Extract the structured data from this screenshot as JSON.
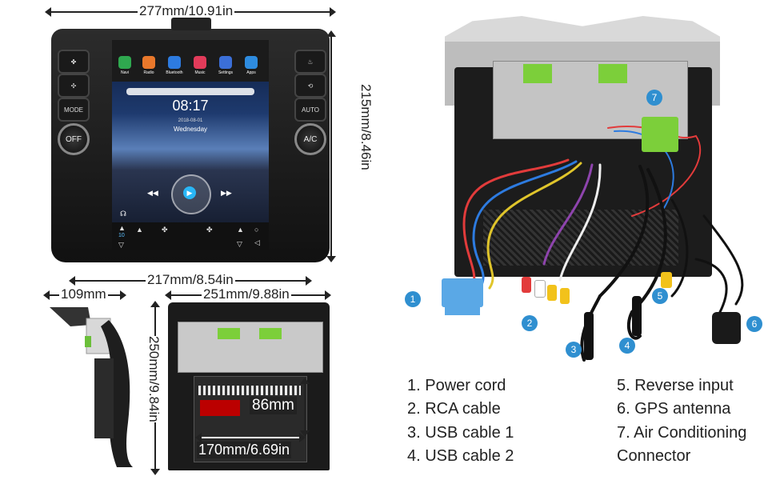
{
  "dimensions": {
    "front_width": "277mm/10.91in",
    "front_height": "215mm/8.46in",
    "frame_width": "217mm/8.54in",
    "side_depth": "109mm",
    "back_width": "251mm/9.88in",
    "back_height": "250mm/9.84in",
    "chassis_height": "86mm",
    "chassis_width": "170mm/6.69in"
  },
  "front_unit": {
    "left_buttons": [
      "MODE"
    ],
    "right_buttons": [
      "AUTO"
    ],
    "left_knob": "OFF",
    "right_knob": "A/C",
    "apps": [
      {
        "label": "Navi",
        "color": "#2fa84f"
      },
      {
        "label": "Radio",
        "color": "#e9782b"
      },
      {
        "label": "Bluetooth",
        "color": "#2d7be0"
      },
      {
        "label": "Music",
        "color": "#e23b5a"
      },
      {
        "label": "Settings",
        "color": "#3b6fd8"
      },
      {
        "label": "Apps",
        "color": "#2e8ce0"
      }
    ],
    "clock": "08:17",
    "date": "2018-08-01",
    "weekday": "Wednesday",
    "temp_value": "10"
  },
  "callouts": [
    "1",
    "2",
    "3",
    "4",
    "5",
    "6",
    "7"
  ],
  "legend": {
    "left": [
      "1. Power cord",
      "2. RCA cable",
      "3. USB cable 1",
      "4. USB cable 2"
    ],
    "right": [
      "5. Reverse input",
      "6. GPS antenna",
      "7. Air Conditioning",
      "Connector"
    ]
  },
  "colors": {
    "callout": "#2f8fd0",
    "connector_green": "#7ccf3a",
    "connector_blue": "#5aa8e6"
  }
}
